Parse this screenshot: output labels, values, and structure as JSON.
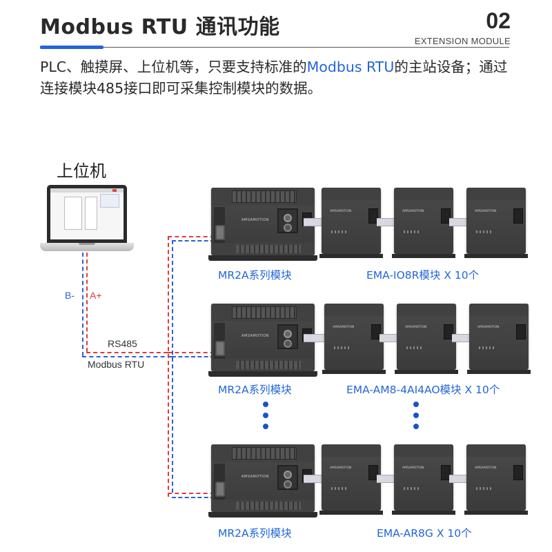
{
  "header": {
    "title": "Modbus RTU 通讯功能",
    "section_number": "02",
    "section_subtitle": "EXTENSION MODULE"
  },
  "description": {
    "part1": "PLC、触摸屏、上位机等，只要支持标准的",
    "highlight": "Modbus RTU",
    "part2": "的主站设备；通过连接模块485接口即可采集控制模块的数据。"
  },
  "host": {
    "label": "上位机"
  },
  "bus": {
    "b_minus": "B-",
    "a_plus": "A+",
    "rs485": "RS485",
    "modbus": "Modbus RTU"
  },
  "rows": [
    {
      "main_label": "MR2A系列模块",
      "ext_label": "EMA-IO8R模块  X  10个"
    },
    {
      "main_label": "MR2A系列模块",
      "ext_label": "EMA-AM8-4AI4AO模块  X  10个"
    },
    {
      "main_label": "MR2A系列模块",
      "ext_label": "EMA-AR8G  X  10个"
    }
  ],
  "device_branding": "AMSAMOTION",
  "colors": {
    "accent_blue": "#2266d8",
    "wire_red": "#e23a3a",
    "wire_blue": "#2c5fd6",
    "dot_blue": "#1a52c8"
  }
}
